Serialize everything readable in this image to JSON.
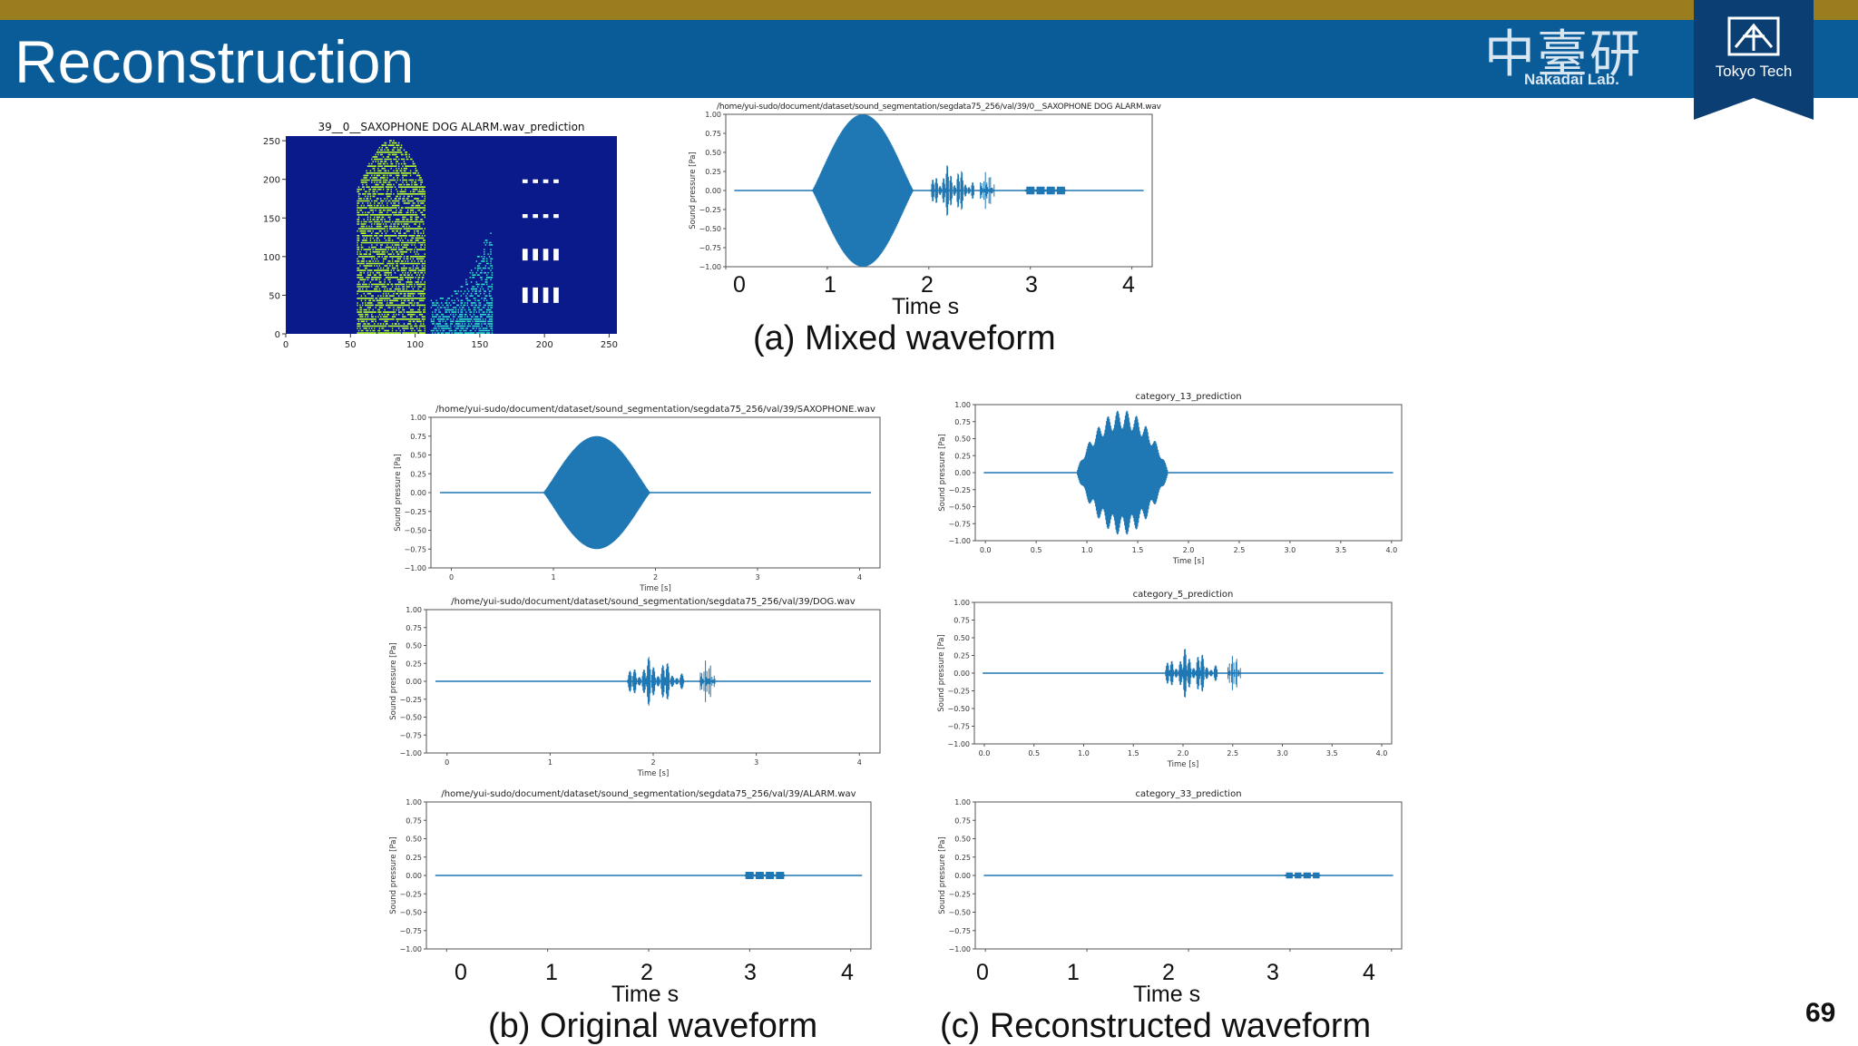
{
  "slide": {
    "title": "Reconstruction",
    "page_number": "69",
    "lab_logo_text": "中臺研",
    "lab_logo_subtext": "Nakadai Lab.",
    "badge_text": "Tokyo Tech",
    "colors": {
      "top_bar": "#9a7d1f",
      "title_bar": "#0a5c98",
      "badge": "#0b3e73",
      "waveform": "#1f77b4"
    }
  },
  "captions": {
    "mixed": "(a) Mixed waveform",
    "original": "(b) Original waveform",
    "reconstructed": "(c) Reconstructed waveform"
  },
  "big_axes": {
    "ticks": [
      "0",
      "1",
      "2",
      "3",
      "4"
    ],
    "xlabel": "Time s"
  },
  "chart_data": [
    {
      "id": "spectrogram",
      "type": "heatmap",
      "title": "39__0__SAXOPHONE DOG ALARM.wav_prediction",
      "xlim": [
        0,
        256
      ],
      "ylim": [
        0,
        256
      ],
      "xticks": [
        0,
        50,
        100,
        150,
        200,
        250
      ],
      "yticks": [
        0,
        50,
        100,
        150,
        200,
        250
      ],
      "colormap": {
        "background": "#0a1a8a",
        "saxophone": "#b7ff2a",
        "dog": "#2de0c8",
        "alarm": "#ffffff"
      },
      "components": [
        {
          "name": "",
          "x_range": [
            55,
            108
          ],
          "y_range": [
            0,
            250
          ],
          "color": "saxophone"
        },
        {
          "name": "",
          "x_range": [
            112,
            160
          ],
          "y_range": [
            0,
            145
          ],
          "color": "dog"
        },
        {
          "name": "",
          "x_range": [
            183,
            212
          ],
          "y_range": [
            40,
            205
          ],
          "color": "alarm"
        }
      ]
    },
    {
      "id": "mixed",
      "type": "line",
      "title": "/home/yui-sudo/document/dataset/sound_segmentation/segdata75_256/val/39/0__SAXOPHONE DOG ALARM.wav",
      "ylabel": "Sound pressure [Pa]",
      "xlim": [
        0,
        4.2
      ],
      "ylim": [
        -1.0,
        1.0
      ],
      "yticks": [
        "1.00",
        "0.75",
        "0.50",
        "0.25",
        "0.00",
        "−0.25",
        "−0.50",
        "−0.75",
        "−1.00"
      ],
      "xticks": [],
      "xlabel": "",
      "events": [
        {
          "type": "sax",
          "start": 0.85,
          "end": 1.85,
          "amp": 1.0
        },
        {
          "type": "dog",
          "start": 2.02,
          "end": 2.45,
          "amp": 0.35
        },
        {
          "type": "dog",
          "start": 2.5,
          "end": 2.65,
          "amp": 0.26
        },
        {
          "type": "alarm",
          "start": 2.95,
          "end": 3.35,
          "amp": 0.05
        }
      ]
    },
    {
      "id": "orig-sax",
      "type": "line",
      "title": "/home/yui-sudo/document/dataset/sound_segmentation/segdata75_256/val/39/SAXOPHONE.wav",
      "ylabel": "Sound pressure [Pa]",
      "xlim": [
        -0.2,
        4.2
      ],
      "ylim": [
        -1.0,
        1.0
      ],
      "yticks": [
        "1.00",
        "0.75",
        "0.50",
        "0.25",
        "0.00",
        "−0.25",
        "−0.50",
        "−0.75",
        "−1.00"
      ],
      "xticks": [
        "0",
        "1",
        "2",
        "3",
        "4"
      ],
      "xlabel": "Time [s]",
      "events": [
        {
          "type": "sax",
          "start": 0.9,
          "end": 1.95,
          "amp": 0.75
        }
      ]
    },
    {
      "id": "orig-dog",
      "type": "line",
      "title": "/home/yui-sudo/document/dataset/sound_segmentation/segdata75_256/val/39/DOG.wav",
      "ylabel": "Sound pressure [Pa]",
      "xlim": [
        -0.2,
        4.2
      ],
      "ylim": [
        -1.0,
        1.0
      ],
      "yticks": [
        "1.00",
        "0.75",
        "0.50",
        "0.25",
        "0.00",
        "−0.25",
        "−0.50",
        "−0.75",
        "−1.00"
      ],
      "xticks": [
        "0",
        "1",
        "2",
        "3",
        "4"
      ],
      "xlabel": "Time [s]",
      "events": [
        {
          "type": "dog",
          "start": 1.75,
          "end": 2.3,
          "amp": 0.35
        },
        {
          "type": "dog",
          "start": 2.45,
          "end": 2.6,
          "amp": 0.3
        }
      ]
    },
    {
      "id": "orig-alarm",
      "type": "line",
      "title": "/home/yui-sudo/document/dataset/sound_segmentation/segdata75_256/val/39/ALARM.wav",
      "ylabel": "Sound pressure [Pa]",
      "xlim": [
        -0.2,
        4.2
      ],
      "ylim": [
        -1.0,
        1.0
      ],
      "yticks": [
        "1.00",
        "0.75",
        "0.50",
        "0.25",
        "0.00",
        "−0.25",
        "−0.50",
        "−0.75",
        "−1.00"
      ],
      "xticks": [],
      "xlabel": "",
      "events": [
        {
          "type": "alarm",
          "start": 2.95,
          "end": 3.35,
          "amp": 0.05
        }
      ]
    },
    {
      "id": "recon-sax",
      "type": "line",
      "title": "category_13_prediction",
      "ylabel": "Sound pressure [Pa]",
      "xlim": [
        -0.1,
        4.1
      ],
      "ylim": [
        -1.0,
        1.0
      ],
      "yticks": [
        "1.00",
        "0.75",
        "0.50",
        "0.25",
        "0.00",
        "−0.25",
        "−0.50",
        "−0.75",
        "−1.00"
      ],
      "xticks": [
        "0.0",
        "0.5",
        "1.0",
        "1.5",
        "2.0",
        "2.5",
        "3.0",
        "3.5",
        "4.0"
      ],
      "xlabel": "Time [s]",
      "events": [
        {
          "type": "saxrough",
          "start": 0.9,
          "end": 1.8,
          "amp": 0.92
        }
      ]
    },
    {
      "id": "recon-dog",
      "type": "line",
      "title": "category_5_prediction",
      "ylabel": "Sound pressure [Pa]",
      "xlim": [
        -0.1,
        4.1
      ],
      "ylim": [
        -1.0,
        1.0
      ],
      "yticks": [
        "1.00",
        "0.75",
        "0.50",
        "0.25",
        "0.00",
        "−0.25",
        "−0.50",
        "−0.75",
        "−1.00"
      ],
      "xticks": [
        "0.0",
        "0.5",
        "1.0",
        "1.5",
        "2.0",
        "2.5",
        "3.0",
        "3.5",
        "4.0"
      ],
      "xlabel": "Time [s]",
      "events": [
        {
          "type": "dog",
          "start": 1.82,
          "end": 2.35,
          "amp": 0.36
        },
        {
          "type": "dog",
          "start": 2.45,
          "end": 2.58,
          "amp": 0.3
        }
      ]
    },
    {
      "id": "recon-alarm",
      "type": "line",
      "title": "category_33_prediction",
      "ylabel": "Sound pressure [Pa]",
      "xlim": [
        -0.1,
        4.1
      ],
      "ylim": [
        -1.0,
        1.0
      ],
      "yticks": [
        "1.00",
        "0.75",
        "0.50",
        "0.25",
        "0.00",
        "−0.25",
        "−0.50",
        "−0.75",
        "−1.00"
      ],
      "xticks": [],
      "xlabel": "",
      "events": [
        {
          "type": "alarm",
          "start": 2.95,
          "end": 3.3,
          "amp": 0.04
        }
      ]
    }
  ]
}
